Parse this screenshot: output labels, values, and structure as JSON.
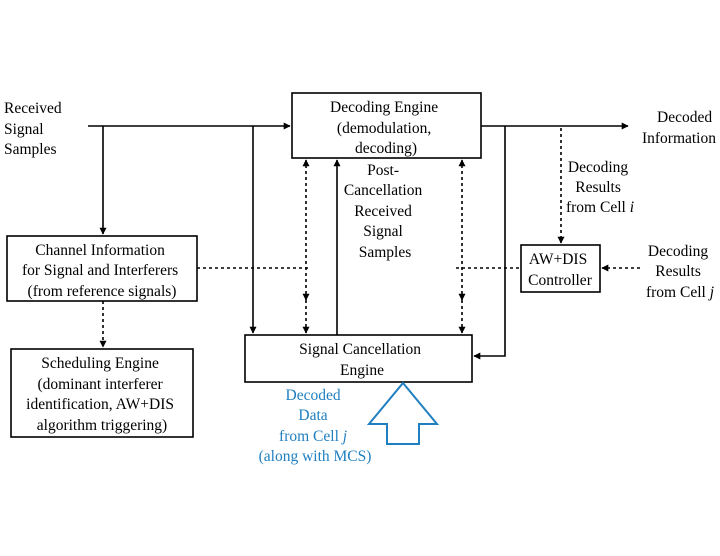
{
  "blocks": {
    "decoding_engine": [
      "Decoding Engine",
      "(demodulation,",
      "decoding)"
    ],
    "channel_info": [
      "Channel Information",
      "for Signal and Interferers",
      "(from reference signals)"
    ],
    "scheduling_engine": [
      "Scheduling Engine",
      "(dominant interferer",
      "identification, AW+DIS",
      "algorithm triggering)"
    ],
    "signal_cancellation": [
      "Signal Cancellation",
      "Engine"
    ],
    "aw_dis_controller": [
      "AW+DIS",
      "Controller"
    ]
  },
  "labels": {
    "received_signal_samples": [
      "Received",
      "Signal",
      "Samples"
    ],
    "decoded_information": [
      "Decoded",
      "Information"
    ],
    "post_cancellation": [
      "Post-",
      "Cancellation",
      "Received",
      "Signal",
      "Samples"
    ],
    "decoding_results_cell_i": {
      "lines": [
        "Decoding",
        "Results"
      ],
      "prefix": "from Cell ",
      "cell": "i"
    },
    "decoding_results_cell_j": {
      "lines": [
        "Decoding",
        "Results"
      ],
      "prefix": "from Cell ",
      "cell": "j"
    },
    "decoded_data_cell_j": {
      "lines": [
        "Decoded",
        "Data"
      ],
      "prefix": "from Cell ",
      "cell": "j",
      "last": "(along with MCS)"
    }
  },
  "colors": {
    "line": "#000000",
    "accent_blue": "#1f7fc0"
  }
}
